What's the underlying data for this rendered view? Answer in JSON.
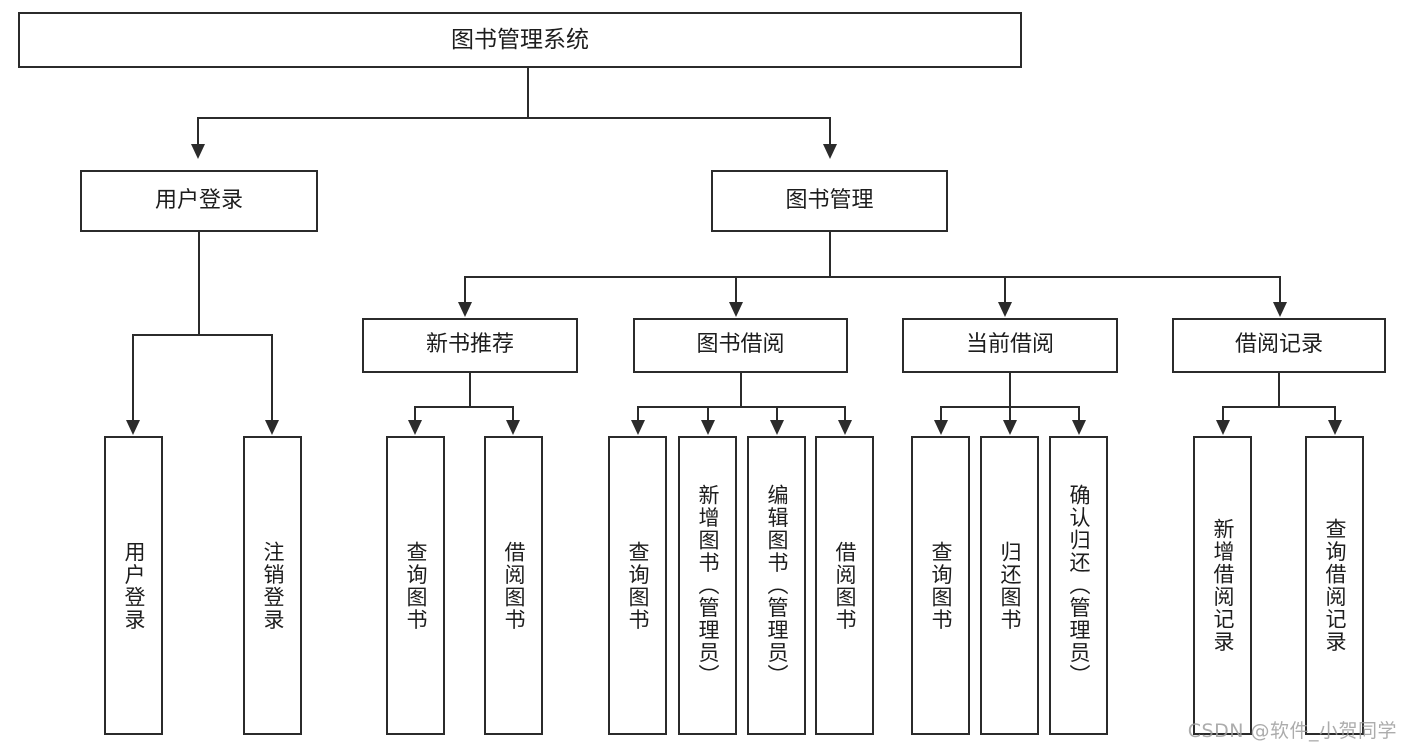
{
  "diagram": {
    "title_text": "图书管理系统",
    "type": "tree-hierarchy-diagram",
    "root": {
      "label": "图书管理系统"
    },
    "level2": [
      {
        "label": "用户登录"
      },
      {
        "label": "图书管理"
      }
    ],
    "level3": [
      {
        "label": "新书推荐"
      },
      {
        "label": "图书借阅"
      },
      {
        "label": "当前借阅"
      },
      {
        "label": "借阅记录"
      }
    ],
    "leaves": {
      "user_login": [
        {
          "label": "用户登录"
        },
        {
          "label": "注销登录"
        }
      ],
      "new_book_recommend": [
        {
          "label": "查询图书"
        },
        {
          "label": "借阅图书"
        }
      ],
      "book_borrow": [
        {
          "label": "查询图书"
        },
        {
          "label": "新增图书（管理员）"
        },
        {
          "label": "编辑图书（管理员）"
        },
        {
          "label": "借阅图书"
        }
      ],
      "current_borrow": [
        {
          "label": "查询图书"
        },
        {
          "label": "归还图书"
        },
        {
          "label": "确认归还（管理员）"
        }
      ],
      "borrow_record": [
        {
          "label": "新增借阅记录"
        },
        {
          "label": "查询借阅记录"
        }
      ]
    }
  },
  "watermark": {
    "text": "CSDN @软件_小贺同学"
  },
  "colors": {
    "stroke": "#2b2b2b",
    "background": "#ffffff",
    "text": "#1d1d1d",
    "watermark": "#9e9e9e"
  }
}
